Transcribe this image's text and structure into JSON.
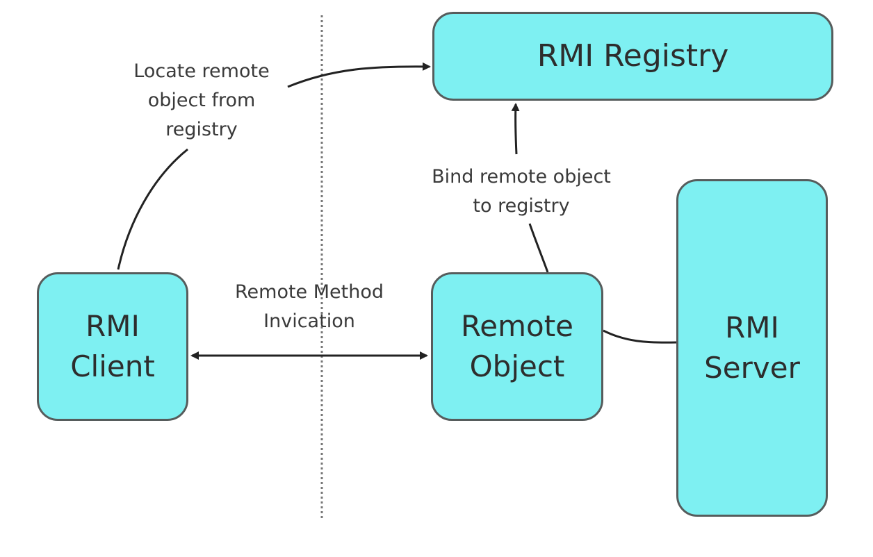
{
  "nodes": {
    "registry": {
      "line1": "RMI Registry"
    },
    "client": {
      "line1": "RMI",
      "line2": "Client"
    },
    "remote_object": {
      "line1": "Remote",
      "line2": "Object"
    },
    "server": {
      "line1": "RMI",
      "line2": "Server"
    }
  },
  "edges": {
    "locate": {
      "line1": "Locate remote",
      "line2": "object from",
      "line3": "registry"
    },
    "bind": {
      "line1": "Bind remote object",
      "line2": "to registry"
    },
    "invocation": {
      "line1": "Remote Method",
      "line2": "Invication"
    }
  },
  "colors": {
    "node_fill": "#7ef0f2",
    "node_border": "#565c5c",
    "line": "#222222",
    "divider": "#777777"
  }
}
